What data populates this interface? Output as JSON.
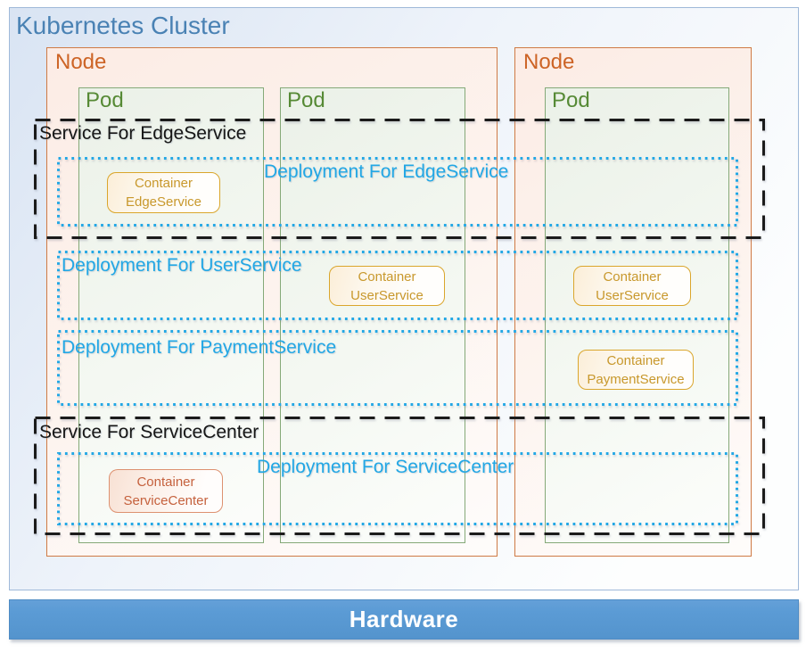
{
  "cluster": {
    "title": "Kubernetes Cluster"
  },
  "nodes": [
    {
      "label": "Node"
    },
    {
      "label": "Node"
    }
  ],
  "pods": [
    {
      "label": "Pod"
    },
    {
      "label": "Pod"
    },
    {
      "label": "Pod"
    }
  ],
  "services": [
    {
      "label": "Service For EdgeService"
    },
    {
      "label": "Service For ServiceCenter"
    }
  ],
  "deployments": [
    {
      "label": "Deployment For EdgeService"
    },
    {
      "label": "Deployment For UserService"
    },
    {
      "label": "Deployment For PaymentService"
    },
    {
      "label": "Deployment For ServiceCenter"
    }
  ],
  "containers": [
    {
      "line1": "Container",
      "line2": "EdgeService"
    },
    {
      "line1": "Container",
      "line2": "UserService"
    },
    {
      "line1": "Container",
      "line2": "UserService"
    },
    {
      "line1": "Container",
      "line2": "PaymentService"
    },
    {
      "line1": "Container",
      "line2": "ServiceCenter"
    }
  ],
  "hardware": {
    "label": "Hardware"
  },
  "colors": {
    "cluster-title": "#4a82b4",
    "cluster-border": "#9fb9d9",
    "cluster-bg": "#d9e4f3",
    "node-title": "#cd6426",
    "node-border": "#cf7a45",
    "pod-title": "#568a35",
    "pod-border": "#85a978",
    "service-text": "#161616",
    "service-line": "#1b1b1b",
    "deployment-accent": "#22a7e5",
    "container-gold-border": "#daa62c",
    "container-gold-text": "#c8982c",
    "container-salmon-border": "#dd9170",
    "container-salmon-text": "#c5613d",
    "hardware-bg": "#5b9bd5",
    "hardware-text": "#ffffff"
  }
}
